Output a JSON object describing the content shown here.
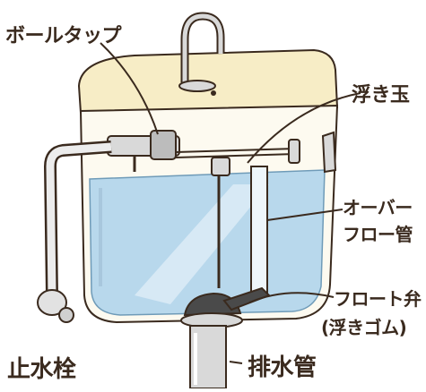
{
  "labels": {
    "ball_tap": "ボールタップ",
    "float_ball": "浮き玉",
    "overflow_line1": "オーバー",
    "overflow_line2": "フロー管",
    "flapper_line1": "フロート弁",
    "flapper_line2": "(浮きゴム)",
    "stop_valve": "止水栓",
    "drain_pipe": "排水管"
  },
  "colors": {
    "ink": "#3a2a1e",
    "water": "#b8d8ec",
    "tank_top": "#f7edc6",
    "chrome": "#d9d9d9",
    "flapper": "#4a4a4a"
  },
  "icons": [
    "faucet-spout-icon",
    "float-ball-icon",
    "flapper-valve-icon",
    "stop-valve-icon"
  ]
}
